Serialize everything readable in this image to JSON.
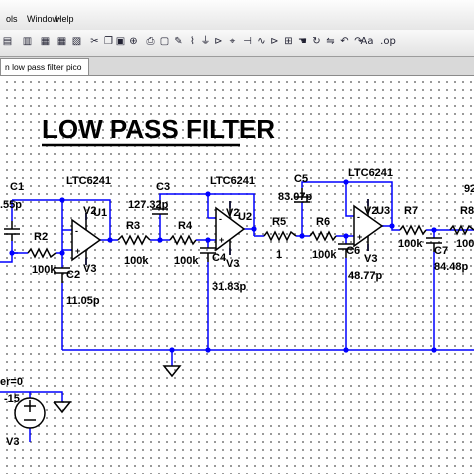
{
  "menu": [
    "ols",
    "Window",
    "Help"
  ],
  "toolbar_icons": [
    "file-icon",
    "folder-icon",
    "save-icon",
    "grid-icon",
    "tile-icon",
    "print-icon",
    "cut-icon",
    "copy-icon",
    "paste-icon",
    "binoculars-icon",
    "print-preview-icon",
    "drawing-icon",
    "wire-icon",
    "ground-icon",
    "label-icon",
    "resistor-icon",
    "capacitor-icon",
    "inductor-icon",
    "diode-icon",
    "component-icon",
    "hand-icon",
    "rotate-icon",
    "mirror-icon",
    "undo-icon",
    "redo-icon",
    "text-icon",
    "spice-directive-icon"
  ],
  "tab": {
    "label": "n low pass filter pico"
  },
  "schematic": {
    "title": "LOW PASS FILTER",
    "opamps": [
      {
        "part": "LTC6241",
        "ref": "U1",
        "pin_top": "V2",
        "pin_bottom": "V3"
      },
      {
        "part": "LTC6241",
        "ref": "U2",
        "pin_top": "V2",
        "pin_bottom": "V3"
      },
      {
        "part": "LTC6241",
        "ref": "U3",
        "pin_top": "V2",
        "pin_bottom": "V3"
      }
    ],
    "components": {
      "c1": {
        "ref": "C1",
        "value": ".55p"
      },
      "r2": {
        "ref": "R2",
        "value": "100k"
      },
      "c2": {
        "ref": "C2",
        "value": "11.05p"
      },
      "r3": {
        "ref": "R3",
        "value": "100k"
      },
      "c3": {
        "ref": "C3",
        "value": "127.32p"
      },
      "r4": {
        "ref": "R4",
        "value": "100k"
      },
      "c4": {
        "ref": "C4",
        "value": "31.83p"
      },
      "r5": {
        "ref": "R5",
        "value": "1"
      },
      "c5": {
        "ref": "C5",
        "value": "83.07p"
      },
      "r6": {
        "ref": "R6",
        "value": "100k"
      },
      "c6": {
        "ref": "C6",
        "value": "48.77p"
      },
      "r7": {
        "ref": "R7",
        "value": "100k"
      },
      "c7": {
        "ref": "C7",
        "value": "84.48p"
      },
      "r8": {
        "ref": "R8",
        "value": "100"
      },
      "edge_value": "92"
    },
    "source": {
      "directive": "er=0",
      "value": "-15",
      "ref": "V3"
    }
  },
  "colors": {
    "wire": "#0000ff",
    "component": "#000000",
    "canvas": "#ffffff",
    "grid_dot": "#7d7d7d"
  }
}
